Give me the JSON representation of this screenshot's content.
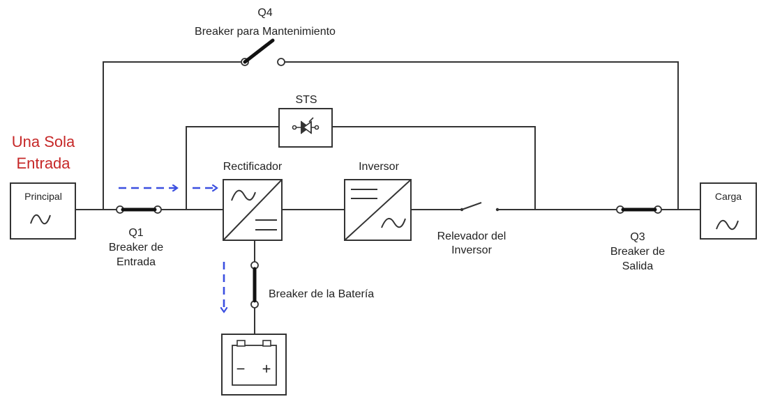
{
  "colors": {
    "line": "#333333",
    "accent": "#c62828",
    "flow_arrow": "#3b4fe0"
  },
  "title": {
    "line1": "Una Sola",
    "line2": "Entrada"
  },
  "q4": {
    "id": "Q4",
    "name": "Breaker para Mantenimiento"
  },
  "sts": {
    "label": "STS"
  },
  "principal": {
    "label": "Principal"
  },
  "rectifier": {
    "label": "Rectificador"
  },
  "inverter": {
    "label": "Inversor"
  },
  "load": {
    "label": "Carga"
  },
  "q1": {
    "id": "Q1",
    "line1": "Breaker de",
    "line2": "Entrada"
  },
  "q3": {
    "id": "Q3",
    "line1": "Breaker de",
    "line2": "Salida"
  },
  "inverter_relay": {
    "line1": "Relevador del",
    "line2": "Inversor"
  },
  "battery_breaker": {
    "label": "Breaker de la Batería"
  },
  "battery": {
    "minus": "−",
    "plus": "+"
  },
  "icons": {
    "ac_wave": "sine-wave-icon",
    "thyristor": "thyristor-icon",
    "battery": "battery-icon"
  }
}
